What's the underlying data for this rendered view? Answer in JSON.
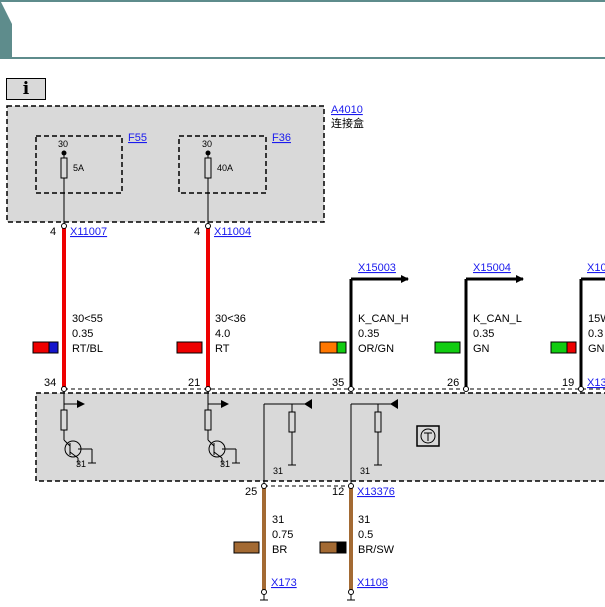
{
  "info_button": {
    "label": "i"
  },
  "module_top": {
    "id": "A4010",
    "name": "连接盒"
  },
  "fuses": [
    {
      "id": "F55",
      "pin": "30",
      "rating": "5A"
    },
    {
      "id": "F36",
      "pin": "30",
      "rating": "40A"
    }
  ],
  "fuse_connectors": [
    {
      "pin": "4",
      "connector": "X11007"
    },
    {
      "pin": "4",
      "connector": "X11004"
    }
  ],
  "wires_top": [
    {
      "signal": "30<55",
      "size": "0.35",
      "color": "RT/BL",
      "module_pin": "34"
    },
    {
      "signal": "30<36",
      "size": "4.0",
      "color": "RT",
      "module_pin": "21"
    },
    {
      "connector": "X15003",
      "signal": "K_CAN_H",
      "size": "0.35",
      "color": "OR/GN",
      "module_pin": "35"
    },
    {
      "connector": "X15004",
      "signal": "K_CAN_L",
      "size": "0.35",
      "color": "GN",
      "module_pin": "26"
    },
    {
      "connector": "X10",
      "signal": "15W",
      "size": "0.3",
      "color": "GN",
      "module_pin": "19",
      "module_connector": "X13"
    }
  ],
  "ground_labels": [
    "31",
    "31",
    "31",
    "31"
  ],
  "wires_bottom": [
    {
      "module_pin": "25",
      "signal": "31",
      "size": "0.75",
      "color": "BR",
      "connector": "X173"
    },
    {
      "module_pin": "12",
      "module_connector": "X13376",
      "signal": "31",
      "size": "0.5",
      "color": "BR/SW",
      "connector": "X1108"
    }
  ],
  "colors": {
    "red": "#ee0000",
    "blue": "#1515cc",
    "orange": "#ff7700",
    "green": "#11cc11",
    "brown": "#a36a33",
    "black": "#000000",
    "module_gray": "#d9d9d9",
    "header_teal": "#5e8c8c"
  }
}
